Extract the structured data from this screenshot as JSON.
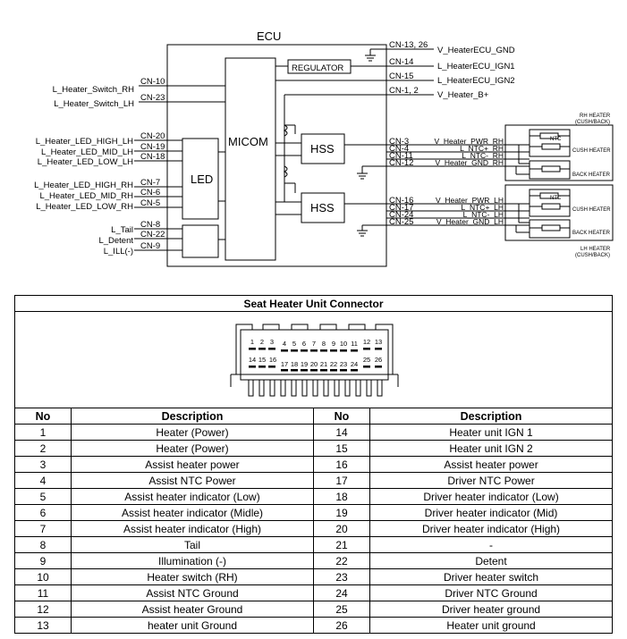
{
  "ecu": {
    "title": "ECU",
    "blocks": {
      "regulator": "REGULATOR",
      "micom": "MICOM",
      "hss1": "HSS",
      "hss2": "HSS",
      "led": "LED"
    }
  },
  "left_signals": [
    {
      "name": "L_Heater_Switch_RH",
      "pin": "CN-10"
    },
    {
      "name": "L_Heater_Switch_LH",
      "pin": "CN-23"
    },
    {
      "name": "L_Heater_LED_HIGH_LH",
      "pin": "CN-20"
    },
    {
      "name": "L_Heater_LED_MID_LH",
      "pin": "CN-19"
    },
    {
      "name": "L_Heater_LED_LOW_LH",
      "pin": "CN-18"
    },
    {
      "name": "L_Heater_LED_HIGH_RH",
      "pin": "CN-7"
    },
    {
      "name": "L_Heater_LED_MID_RH",
      "pin": "CN-6"
    },
    {
      "name": "L_Heater_LED_LOW_RH",
      "pin": "CN-5"
    },
    {
      "name": "L_Tail",
      "pin": "CN-8"
    },
    {
      "name": "L_Detent",
      "pin": "CN-22"
    },
    {
      "name": "L_ILL(-)",
      "pin": "CN-9"
    }
  ],
  "right_top": [
    {
      "pin": "CN-13, 26",
      "name": "V_HeaterECU_GND"
    },
    {
      "pin": "CN-14",
      "name": "L_HeaterECU_IGN1"
    },
    {
      "pin": "CN-15",
      "name": "L_HeaterECU_IGN2"
    },
    {
      "pin": "CN-1, 2",
      "name": "V_Heater_B+"
    }
  ],
  "right_rh": [
    {
      "pin": "CN-3",
      "name": "V_Heater_PWR_RH"
    },
    {
      "pin": "CN-4",
      "name": "L_NTC+_RH"
    },
    {
      "pin": "CN-11",
      "name": "L_NTC-_RH"
    },
    {
      "pin": "CN-12",
      "name": "V_Heater_GND_RH"
    }
  ],
  "right_lh": [
    {
      "pin": "CN-16",
      "name": "V_Heater_PWR_LH"
    },
    {
      "pin": "CN-17",
      "name": "L_NTC+_LH"
    },
    {
      "pin": "CN-24",
      "name": "L_NTC-_LH"
    },
    {
      "pin": "CN-25",
      "name": "V_Heater_GND_LH"
    }
  ],
  "heaters": {
    "rh_title_1": "RH HEATER",
    "rh_title_2": "(CUSH/BACK)",
    "lh_title_1": "LH HEATER",
    "lh_title_2": "(CUSH/BACK)",
    "ntc": "NTC",
    "cush": "CUSH HEATER",
    "back": "BACK HEATER"
  },
  "connector": {
    "title": "Seat Heater Unit Connector",
    "top_pins": [
      "1",
      "2",
      "3",
      "4",
      "5",
      "6",
      "7",
      "8",
      "9",
      "10",
      "11",
      "12",
      "13"
    ],
    "bottom_pins": [
      "14",
      "15",
      "16",
      "17",
      "18",
      "19",
      "20",
      "21",
      "22",
      "23",
      "24",
      "25",
      "26"
    ]
  },
  "table": {
    "headers": [
      "No",
      "Description",
      "No",
      "Description"
    ],
    "rows": [
      [
        "1",
        "Heater (Power)",
        "14",
        "Heater unit IGN 1"
      ],
      [
        "2",
        "Heater (Power)",
        "15",
        "Heater unit IGN 2"
      ],
      [
        "3",
        "Assist heater power",
        "16",
        "Assist heater power"
      ],
      [
        "4",
        "Assist NTC Power",
        "17",
        "Driver NTC Power"
      ],
      [
        "5",
        "Assist heater indicator (Low)",
        "18",
        "Driver heater indicator (Low)"
      ],
      [
        "6",
        "Assist heater indicator (Midle)",
        "19",
        "Driver heater indicator (Mid)"
      ],
      [
        "7",
        "Assist heater indicator (High)",
        "20",
        "Driver heater indicator (High)"
      ],
      [
        "8",
        "Tail",
        "21",
        "-"
      ],
      [
        "9",
        "Illumination (-)",
        "22",
        "Detent"
      ],
      [
        "10",
        "Heater switch (RH)",
        "23",
        "Driver heater switch"
      ],
      [
        "11",
        "Assist NTC Ground",
        "24",
        "Driver NTC Ground"
      ],
      [
        "12",
        "Assist heater Ground",
        "25",
        "Driver heater ground"
      ],
      [
        "13",
        "heater unit Ground",
        "26",
        "Heater unit ground"
      ]
    ]
  }
}
